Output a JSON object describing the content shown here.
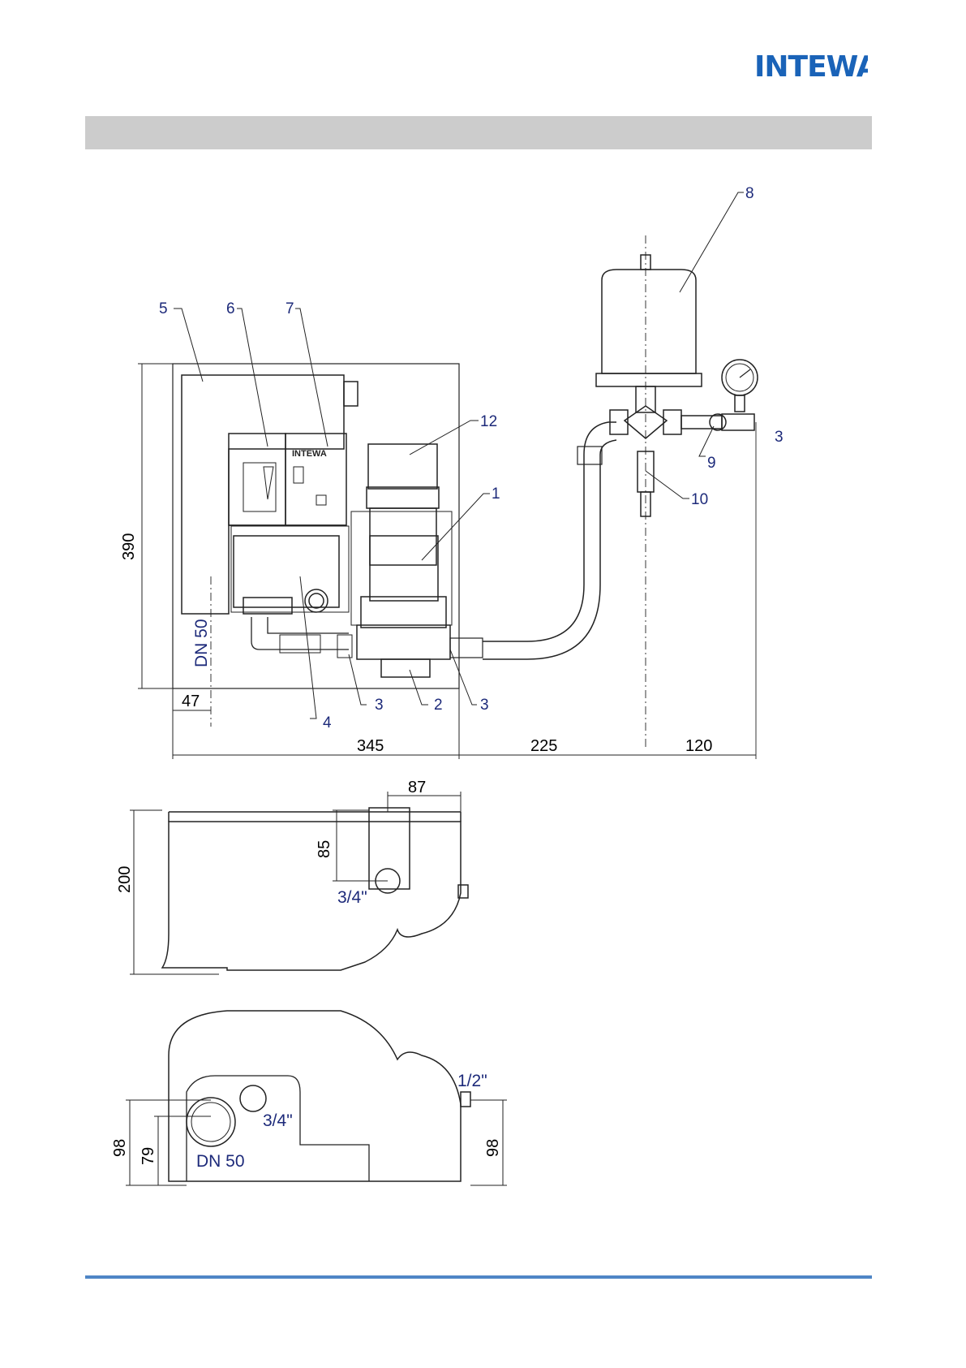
{
  "brand": {
    "name": "INTEWA",
    "color": "#1a63b8"
  },
  "colors": {
    "header_bar": "#cccccc",
    "footer_line": "#4f86c6",
    "callout_text": "#1d2a7a"
  },
  "front_view": {
    "callouts": [
      "1",
      "2",
      "3",
      "3",
      "3",
      "4",
      "5",
      "6",
      "7",
      "8",
      "9",
      "10",
      "12"
    ],
    "dimensions": {
      "height": "390",
      "offset_left": "47",
      "width_main": "345",
      "width_mid": "225",
      "width_right": "120"
    },
    "pipe_label": "DN 50",
    "control_panel_label": "INTEWA"
  },
  "side_view": {
    "dimensions": {
      "height": "200",
      "top_offset": "85",
      "width": "87"
    },
    "thread_label": "3/4\""
  },
  "bottom_view": {
    "dimensions": {
      "left_outer": "98",
      "left_inner": "79",
      "right": "98"
    },
    "thread_small": "1/2\"",
    "thread_large": "3/4\"",
    "pipe_label": "DN 50"
  }
}
